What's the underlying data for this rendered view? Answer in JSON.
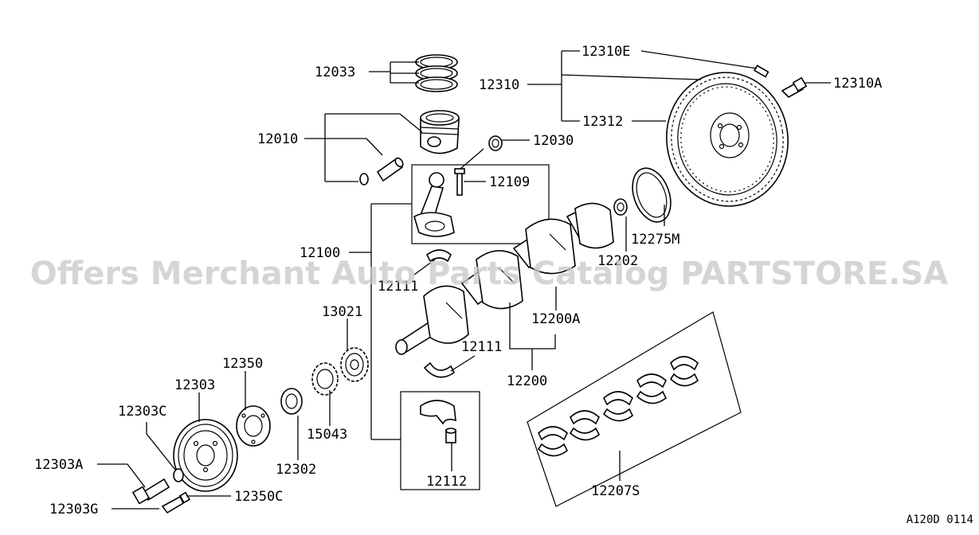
{
  "diagram": {
    "labels": {
      "p12033": "12033",
      "p12010": "12010",
      "p12030": "12030",
      "p12109": "12109",
      "p12100": "12100",
      "p12111a": "12111",
      "p12111b": "12111",
      "p12310E": "12310E",
      "p12310": "12310",
      "p12310A": "12310A",
      "p12312": "12312",
      "p12275M": "12275M",
      "p12202": "12202",
      "p12200A": "12200A",
      "p12200": "12200",
      "p13021": "13021",
      "p12350": "12350",
      "p12303": "12303",
      "p12303C": "12303C",
      "p12303A": "12303A",
      "p12303G": "12303G",
      "p12350C": "12350C",
      "p12302": "12302",
      "p15043": "15043",
      "p12112": "12112",
      "p12207S": "12207S"
    },
    "watermark": "Offers Merchant Auto Parts Catalog PARTSTORE.SA",
    "figure_code": "A120D 0114"
  }
}
